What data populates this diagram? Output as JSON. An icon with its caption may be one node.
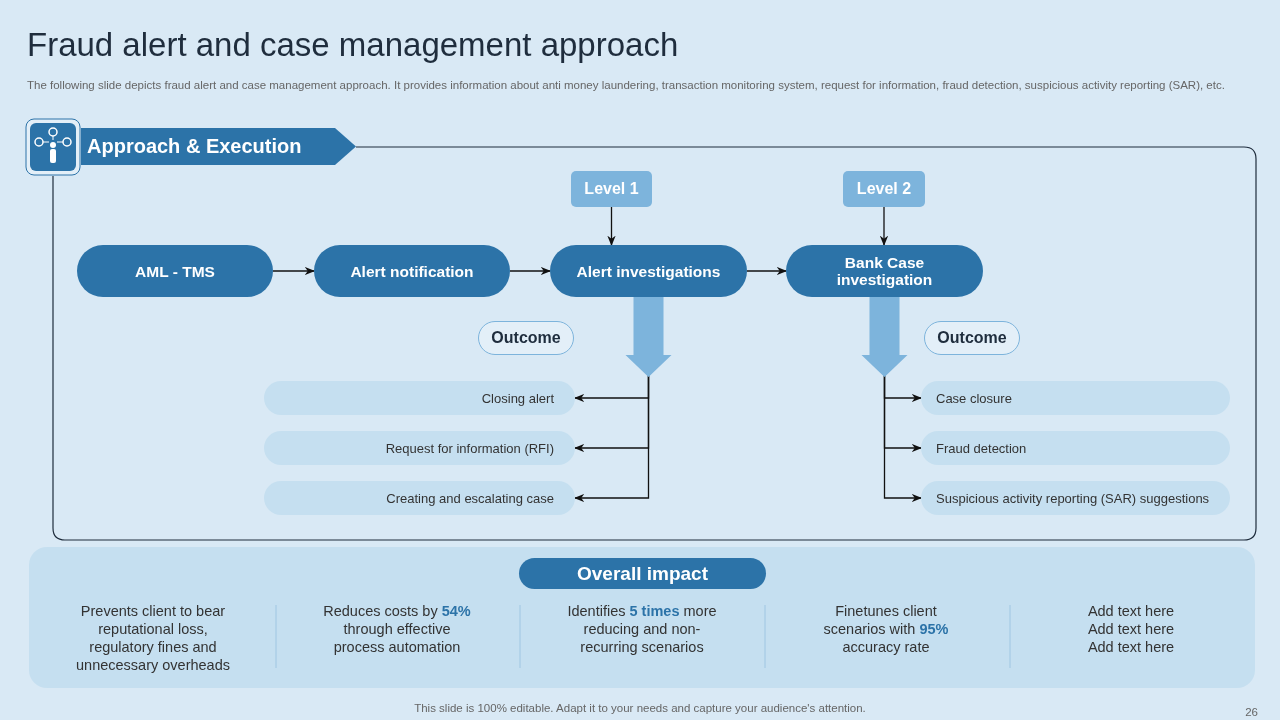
{
  "diagram": {
    "title": "Fraud alert and case management approach",
    "nodes": [
      {
        "text": [
          "Approach & Execution"
        ]
      },
      {
        "text": [
          "AML - TMS"
        ],
        "in": 0
      },
      {
        "text": [
          "Alert notification"
        ],
        "in": 0
      },
      {
        "text": [
          "Alert investigations"
        ],
        "in": 0
      },
      {
        "text": [
          "Bank Case investigation"
        ],
        "in": 0
      },
      {
        "text": [
          "Level 1"
        ],
        "in": 0
      },
      {
        "text": [
          "Level 2"
        ],
        "in": 0
      },
      {
        "text": [
          "Outcome"
        ],
        "in": 0
      },
      {
        "text": [
          "Outcome"
        ],
        "in": 0
      },
      {
        "text": [
          "Closing alert"
        ],
        "in": 0
      },
      {
        "text": [
          "Request for information (RFI)"
        ],
        "in": 0
      },
      {
        "text": [
          "Creating and escalating case"
        ],
        "in": 0
      },
      {
        "text": [
          "Case closure"
        ],
        "in": 0
      },
      {
        "text": [
          "Fraud detection"
        ],
        "in": 0
      },
      {
        "text": [
          "Suspicious activity reporting (SAR) suggestions"
        ],
        "in": 0
      },
      {
        "text": [
          "Overall impact"
        ]
      }
    ],
    "edges": [
      {
        "from": 1,
        "to": 2,
        "arrow": "to"
      },
      {
        "from": 2,
        "to": 3,
        "arrow": "to"
      },
      {
        "from": 3,
        "to": 4,
        "arrow": "to"
      },
      {
        "from": 5,
        "to": 3,
        "arrow": "to"
      },
      {
        "from": 6,
        "to": 4,
        "arrow": "to"
      },
      {
        "from": 3,
        "to": 9,
        "arrow": "to"
      },
      {
        "from": 3,
        "to": 10,
        "arrow": "to"
      },
      {
        "from": 3,
        "to": 11,
        "arrow": "to"
      },
      {
        "from": 4,
        "to": 12,
        "arrow": "to"
      },
      {
        "from": 4,
        "to": 13,
        "arrow": "to"
      },
      {
        "from": 4,
        "to": 14,
        "arrow": "to"
      }
    ],
    "labels": [
      "The following slide depicts fraud alert and case management approach. It provides information about anti money laundering, transaction monitoring system, request for information, fraud detection, suspicious activity reporting (SAR), etc.",
      "Prevents client to bear reputational loss, regulatory fines and unnecessary overheads",
      "Reduces costs by **54%** through effective process automation",
      "Identifies **5 times** more reducing and non-recurring scenarios",
      "Finetunes client scenarios with **95%** accuracy rate",
      "Add text here Add text here Add text here",
      "This slide is 100% editable. Adapt it to your needs and capture your audience's attention.",
      "26"
    ]
  }
}
